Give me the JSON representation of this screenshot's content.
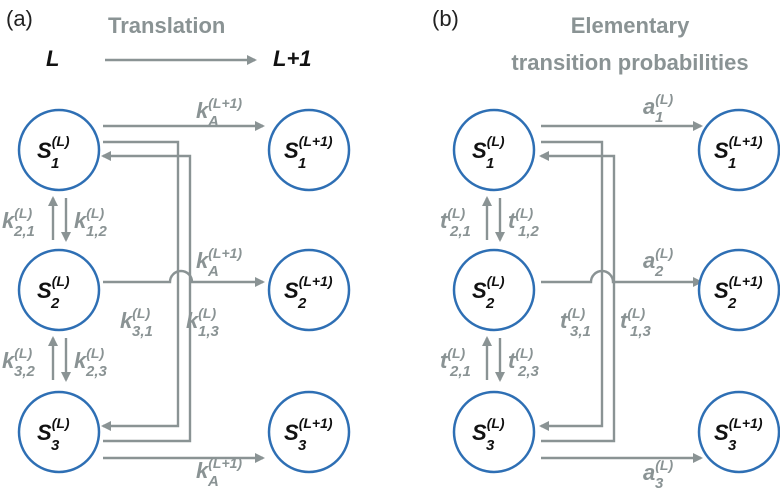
{
  "panels": [
    {
      "id": "a",
      "panel_label": "(a)",
      "header": "Translation",
      "level_from": "L",
      "level_to": "L+1",
      "states_L": [
        {
          "sym": "S",
          "sup": "(L)",
          "sub": "1"
        },
        {
          "sym": "S",
          "sup": "(L)",
          "sub": "2"
        },
        {
          "sym": "S",
          "sup": "(L)",
          "sub": "3"
        }
      ],
      "states_L1": [
        {
          "sym": "S",
          "sup": "(L+1)",
          "sub": "1"
        },
        {
          "sym": "S",
          "sup": "(L+1)",
          "sub": "2"
        },
        {
          "sym": "S",
          "sup": "(L+1)",
          "sub": "3"
        }
      ],
      "translation_rates": [
        {
          "sym": "k",
          "sup": "(L+1)",
          "sub": "A"
        },
        {
          "sym": "k",
          "sup": "(L+1)",
          "sub": "A"
        },
        {
          "sym": "k",
          "sup": "(L+1)",
          "sub": "A"
        }
      ],
      "transitions_12": [
        {
          "sym": "k",
          "sup": "(L)",
          "sub": "2,1"
        },
        {
          "sym": "k",
          "sup": "(L)",
          "sub": "1,2"
        }
      ],
      "transitions_23": [
        {
          "sym": "k",
          "sup": "(L)",
          "sub": "3,2"
        },
        {
          "sym": "k",
          "sup": "(L)",
          "sub": "2,3"
        }
      ],
      "transitions_13": [
        {
          "sym": "k",
          "sup": "(L)",
          "sub": "3,1"
        },
        {
          "sym": "k",
          "sup": "(L)",
          "sub": "1,3"
        }
      ]
    },
    {
      "id": "b",
      "panel_label": "(b)",
      "header_line1": "Elementary",
      "header_line2": "transition probabilities",
      "states_L": [
        {
          "sym": "S",
          "sup": "(L)",
          "sub": "1"
        },
        {
          "sym": "S",
          "sup": "(L)",
          "sub": "2"
        },
        {
          "sym": "S",
          "sup": "(L)",
          "sub": "3"
        }
      ],
      "states_L1": [
        {
          "sym": "S",
          "sup": "(L+1)",
          "sub": "1"
        },
        {
          "sym": "S",
          "sup": "(L+1)",
          "sub": "2"
        },
        {
          "sym": "S",
          "sup": "(L+1)",
          "sub": "3"
        }
      ],
      "translation_rates": [
        {
          "sym": "a",
          "sup": "(L)",
          "sub": "1"
        },
        {
          "sym": "a",
          "sup": "(L)",
          "sub": "2"
        },
        {
          "sym": "a",
          "sup": "(L)",
          "sub": "3"
        }
      ],
      "transitions_12": [
        {
          "sym": "t",
          "sup": "(L)",
          "sub": "2,1"
        },
        {
          "sym": "t",
          "sup": "(L)",
          "sub": "1,2"
        }
      ],
      "transitions_23": [
        {
          "sym": "t",
          "sup": "(L)",
          "sub": "2,1"
        },
        {
          "sym": "t",
          "sup": "(L)",
          "sub": "2,3"
        }
      ],
      "transitions_13": [
        {
          "sym": "t",
          "sup": "(L)",
          "sub": "3,1"
        },
        {
          "sym": "t",
          "sup": "(L)",
          "sub": "1,3"
        }
      ]
    }
  ]
}
